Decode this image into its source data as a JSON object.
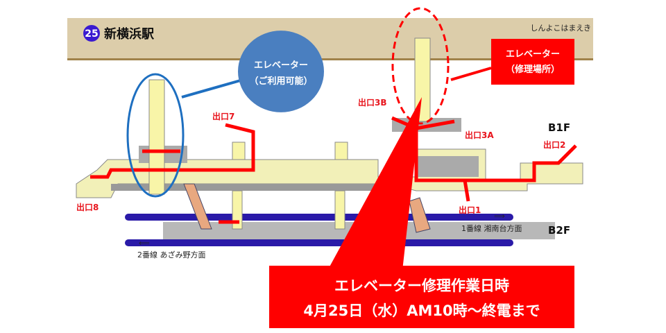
{
  "header": {
    "line_number": "25",
    "station_name": "新横浜駅",
    "station_reading": "しんよこはまえき"
  },
  "callouts": {
    "available": {
      "line1": "エレベーター",
      "line2": "（ご利用可能）"
    },
    "repair_location": {
      "line1": "エレベーター",
      "line2": "（修理場所）"
    },
    "work_schedule": {
      "line1": "エレベーター修理作業日時",
      "line2": "4月25日（水）AM10時～終電まで"
    }
  },
  "exits": {
    "exit1": "出口1",
    "exit2": "出口2",
    "exit3a": "出口3A",
    "exit3b": "出口3B",
    "exit7": "出口7",
    "exit8": "出口8"
  },
  "floors": {
    "b1f": "B1F",
    "b2f": "B2F"
  },
  "tracks": {
    "track1": "1番線 湘南台方面",
    "track2": "2番線 あざみ野方面",
    "arrow_right": "⟹",
    "arrow_left": "⟸"
  },
  "colors": {
    "accent_red": "#ff0000",
    "callout_blue": "#4a7fc0",
    "header_tan": "#dccdaa",
    "line_purple": "#2a1aa8"
  }
}
